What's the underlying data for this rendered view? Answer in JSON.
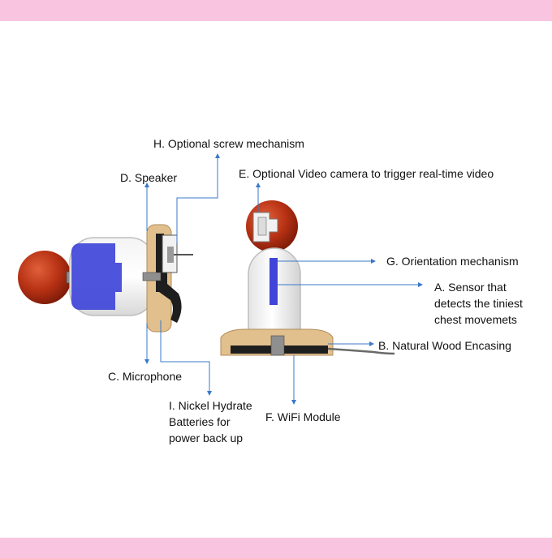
{
  "colors": {
    "band": "#f9c4df",
    "leader": "#3a78c8",
    "ball": "#b83214",
    "wood": "#e2c08e",
    "battery": "#3f45d8"
  },
  "labels": {
    "h": "H. Optional screw mechanism",
    "d": "D. Speaker",
    "e": "E. Optional Video camera to trigger real-time video",
    "g": "G. Orientation mechanism",
    "a_lines": [
      "A. Sensor that",
      "detects the tiniest",
      "chest movemets"
    ],
    "b": "B. Natural Wood Encasing",
    "c": "C. Microphone",
    "i_lines": [
      "I. Nickel Hydrate",
      "Batteries for",
      "power back up"
    ],
    "f": "F. WiFi Module"
  }
}
